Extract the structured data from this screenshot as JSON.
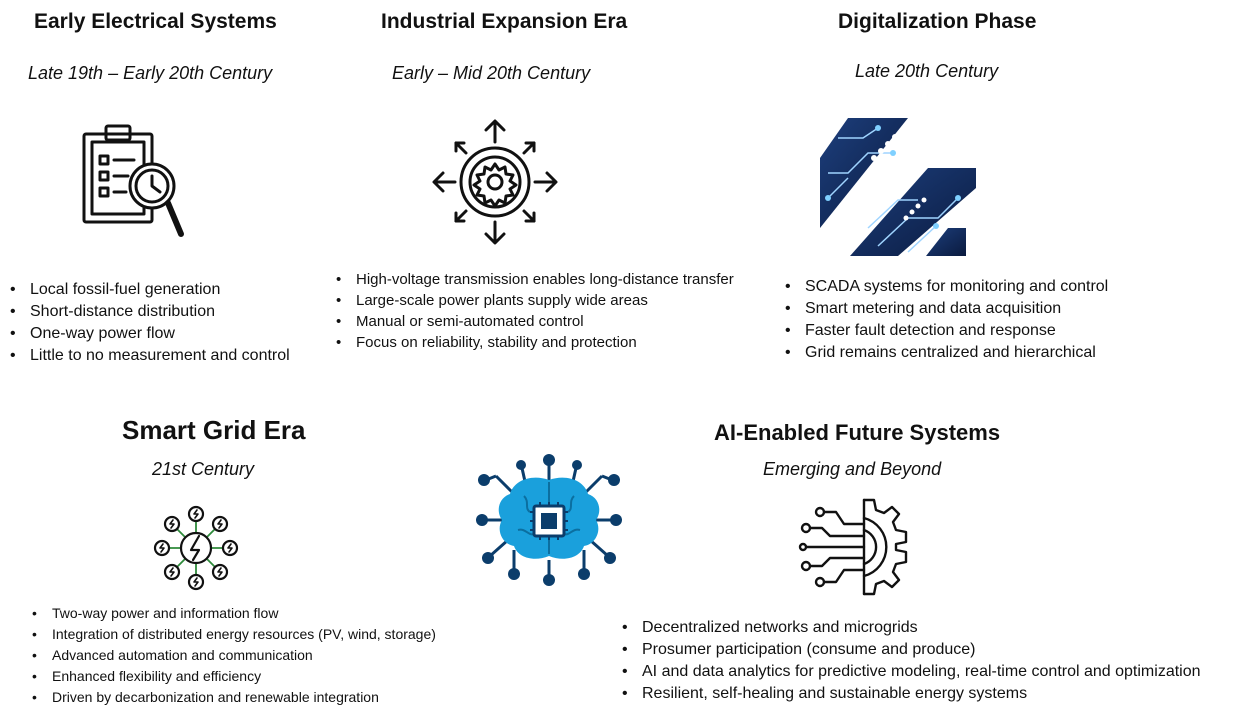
{
  "colors": {
    "text": "#111111",
    "navy": "#0f2a5c",
    "ai_blue": "#1aa0dc",
    "ai_node": "#0b3d6b",
    "grid_line": "#2e8b3a"
  },
  "eras": [
    {
      "title": "Early Electrical Systems",
      "subtitle": "Late 19th – Early 20th Century",
      "icon": "clipboard-clock-magnifier-icon",
      "bullets": [
        "Local fossil-fuel generation",
        "Short-distance distribution",
        "One-way power flow",
        "Little to no measurement and control"
      ]
    },
    {
      "title": "Industrial Expansion Era",
      "subtitle": "Early – Mid 20th Century",
      "icon": "gear-expand-arrows-icon",
      "bullets": [
        "High-voltage transmission enables long-distance transfer",
        "Large-scale power plants supply wide areas",
        "Manual or semi-automated control",
        "Focus on reliability, stability and protection"
      ]
    },
    {
      "title": "Digitalization Phase",
      "subtitle": "Late 20th Century",
      "icon": "circuit-board-icon",
      "bullets": [
        "SCADA systems for monitoring and control",
        "Smart metering and data acquisition",
        "Faster fault detection and response",
        "Grid remains centralized and hierarchical"
      ]
    },
    {
      "title": "Smart Grid Era",
      "subtitle": "21st Century",
      "icon": "energy-network-icon",
      "bullets": [
        "Two-way power and information flow",
        "Integration of distributed energy resources (PV, wind, storage)",
        "Advanced automation and communication",
        "Enhanced flexibility and efficiency",
        "Driven by decarbonization and renewable integration"
      ]
    },
    {
      "title": "AI-Enabled Future Systems",
      "subtitle": "Emerging and Beyond",
      "icon": "ai-gear-circuit-icon",
      "bullets": [
        "Decentralized networks and microgrids",
        "Prosumer participation (consume and produce)",
        "AI and data analytics for predictive modeling, real-time control and optimization",
        "Resilient, self-healing and sustainable energy systems"
      ]
    }
  ],
  "center_icon": "ai-brain-chip-icon"
}
